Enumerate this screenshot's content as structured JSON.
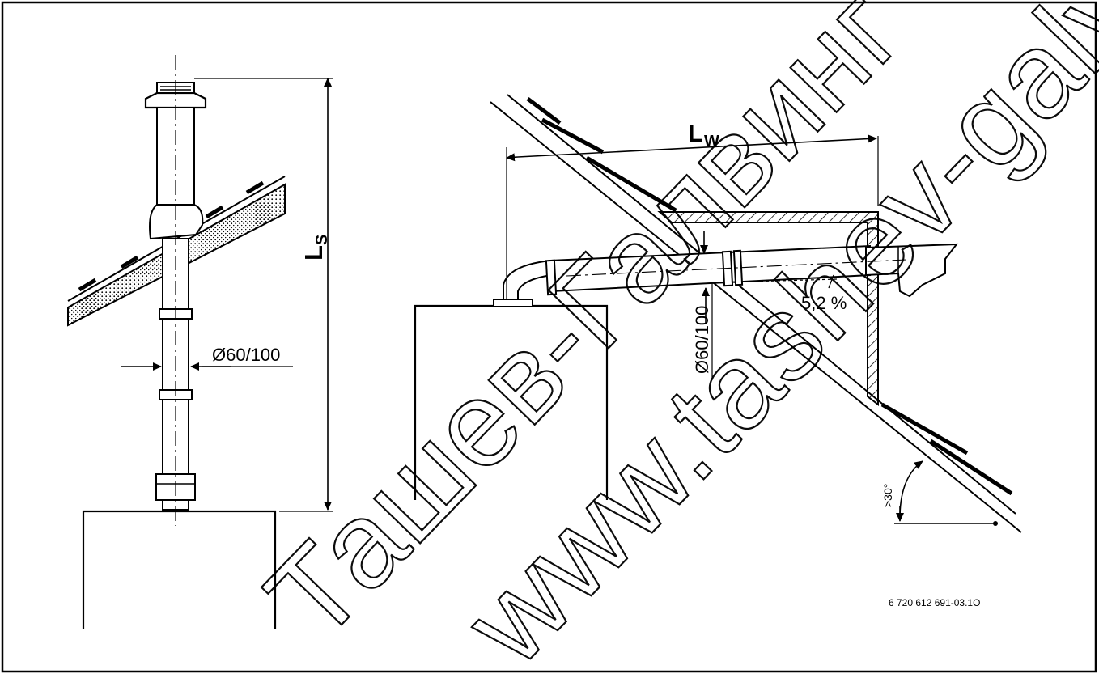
{
  "labels": {
    "ls_main": "L",
    "ls_sub": "S",
    "lw_main": "L",
    "lw_sub": "W",
    "diameter_vertical": "Ø60/100",
    "diameter_horizontal": "Ø60/100",
    "slope": "5,2 %",
    "angle": ">30°",
    "part_number": "6 720 612 691-03.1O"
  },
  "watermarks": {
    "line1": "Ташев-Галвинг ООД",
    "line2": "www.tashev-galving.com"
  }
}
